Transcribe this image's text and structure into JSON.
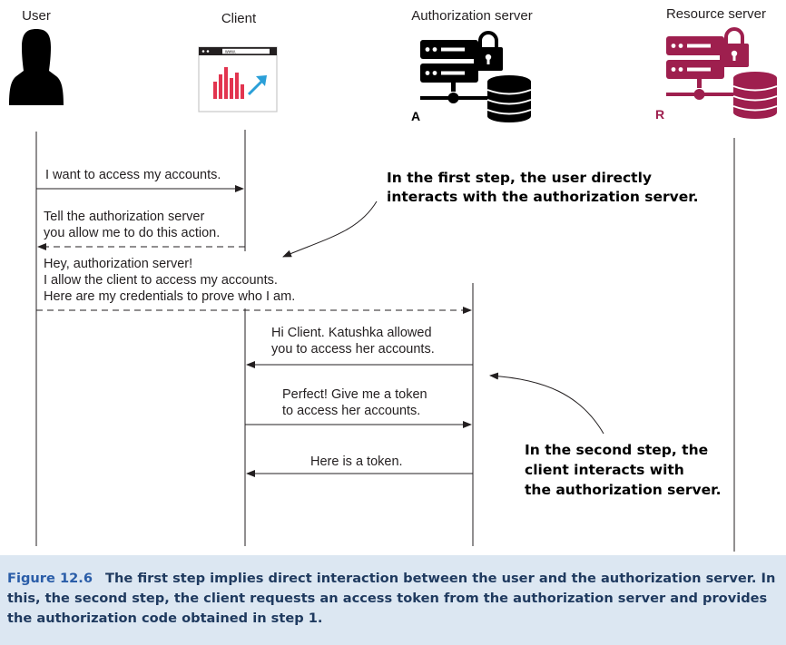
{
  "actors": {
    "user": {
      "label": "User",
      "icon": "user-silhouette-icon"
    },
    "client": {
      "label": "Client",
      "icon": "browser-analytics-icon",
      "url_text": "www."
    },
    "authorization_server": {
      "label": "Authorization server",
      "icon": "server-lock-database-icon",
      "badge": "A"
    },
    "resource_server": {
      "label": "Resource server",
      "icon": "server-lock-database-icon",
      "badge": "R"
    }
  },
  "messages": [
    {
      "from": "user",
      "to": "client",
      "style": "solid",
      "lines": [
        "I want to access my accounts."
      ]
    },
    {
      "from": "client",
      "to": "user",
      "style": "dashed",
      "lines": [
        "Tell the authorization server",
        "you allow me to do this action."
      ]
    },
    {
      "from": "user",
      "to": "authorization_server",
      "style": "dashed",
      "lines": [
        "Hey, authorization server!",
        "I allow the client to access my accounts.",
        "Here are my credentials to prove who I am."
      ]
    },
    {
      "from": "authorization_server",
      "to": "client",
      "style": "solid",
      "lines": [
        "Hi Client. Katushka allowed",
        "you to access her accounts."
      ]
    },
    {
      "from": "client",
      "to": "authorization_server",
      "style": "solid",
      "lines": [
        "Perfect! Give me a token",
        "to access her accounts."
      ]
    },
    {
      "from": "authorization_server",
      "to": "client",
      "style": "solid",
      "lines": [
        "Here is a token."
      ]
    }
  ],
  "notes": [
    {
      "lines": [
        "In the first step, the user directly",
        "interacts with the authorization server."
      ]
    },
    {
      "lines": [
        "In the second step, the",
        "client interacts with",
        "the authorization server."
      ]
    }
  ],
  "caption": {
    "figure_label": "Figure 12.6",
    "text": "The first step implies direct interaction between the user and the authorization server. In this, the second step, the client requests an access token from the authorization server and provides the authorization code obtained in step 1."
  },
  "colors": {
    "ink": "#231f20",
    "resource_server": "#9e1f4e",
    "caption_background": "#dce7f2",
    "caption_text": "#1f3a5f",
    "caption_figure_label": "#2a5da8",
    "chart_red": "#e2344f",
    "chart_blue": "#2a9fd8"
  }
}
